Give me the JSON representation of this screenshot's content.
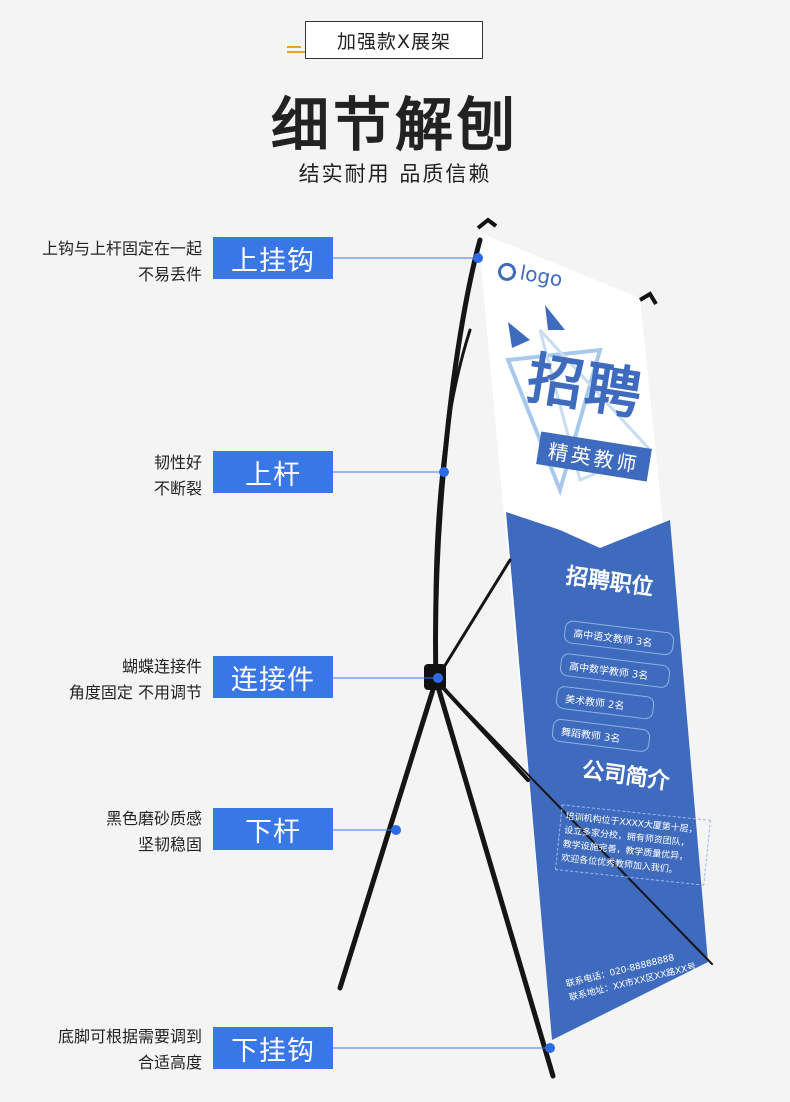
{
  "header": {
    "tag": "加强款X展架",
    "title": "细节解刨",
    "subtitle": "结实耐用 品质信赖"
  },
  "features": [
    {
      "name": "上挂钩",
      "desc": [
        "上钩与上杆固定在一起",
        "不易丢件"
      ]
    },
    {
      "name": "上杆",
      "desc": [
        "韧性好",
        "不断裂"
      ]
    },
    {
      "name": "连接件",
      "desc": [
        "蝴蝶连接件",
        "角度固定 不用调节"
      ]
    },
    {
      "name": "下杆",
      "desc": [
        "黑色磨砂质感",
        "坚韧稳固"
      ]
    },
    {
      "name": "下挂钩",
      "desc": [
        "底脚可根据需要调到",
        "合适高度"
      ]
    }
  ],
  "banner": {
    "logo": "logo",
    "headline": "招聘",
    "badge": "精英教师",
    "positions_title": "招聘职位",
    "positions": [
      "高中语文教师 3名",
      "高中数学教师 3名",
      "美术教师 2名",
      "舞蹈教师 3名"
    ],
    "company_title": "公司简介",
    "company_text": [
      "培训机构位于XXXX大厦第十层，",
      "设立多家分校，拥有师资团队，",
      "教学设施完善，教学质量优异，",
      "欢迎各位优秀教师加入我们。"
    ],
    "contact": [
      "联系电话：020-88888888",
      "联系地址：XX市XX区XX路XX号"
    ]
  },
  "colors": {
    "accent": "#3a77e6",
    "banner_blue": "#3f6bbf",
    "stand": "#1a1a1a"
  }
}
